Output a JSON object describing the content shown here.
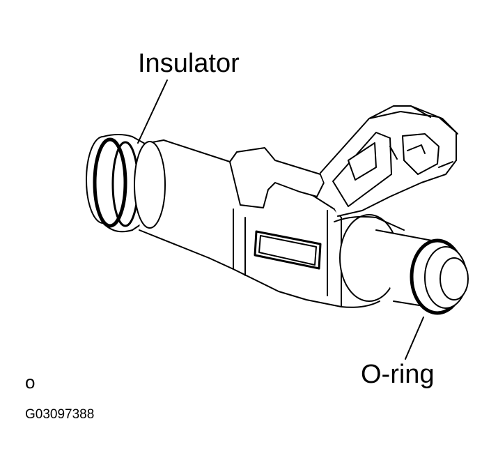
{
  "labels": {
    "insulator": "Insulator",
    "o_ring": "O-ring",
    "small_mark": "o",
    "figure_code": "G03097388"
  },
  "colors": {
    "line": "#000000",
    "background": "#ffffff"
  }
}
